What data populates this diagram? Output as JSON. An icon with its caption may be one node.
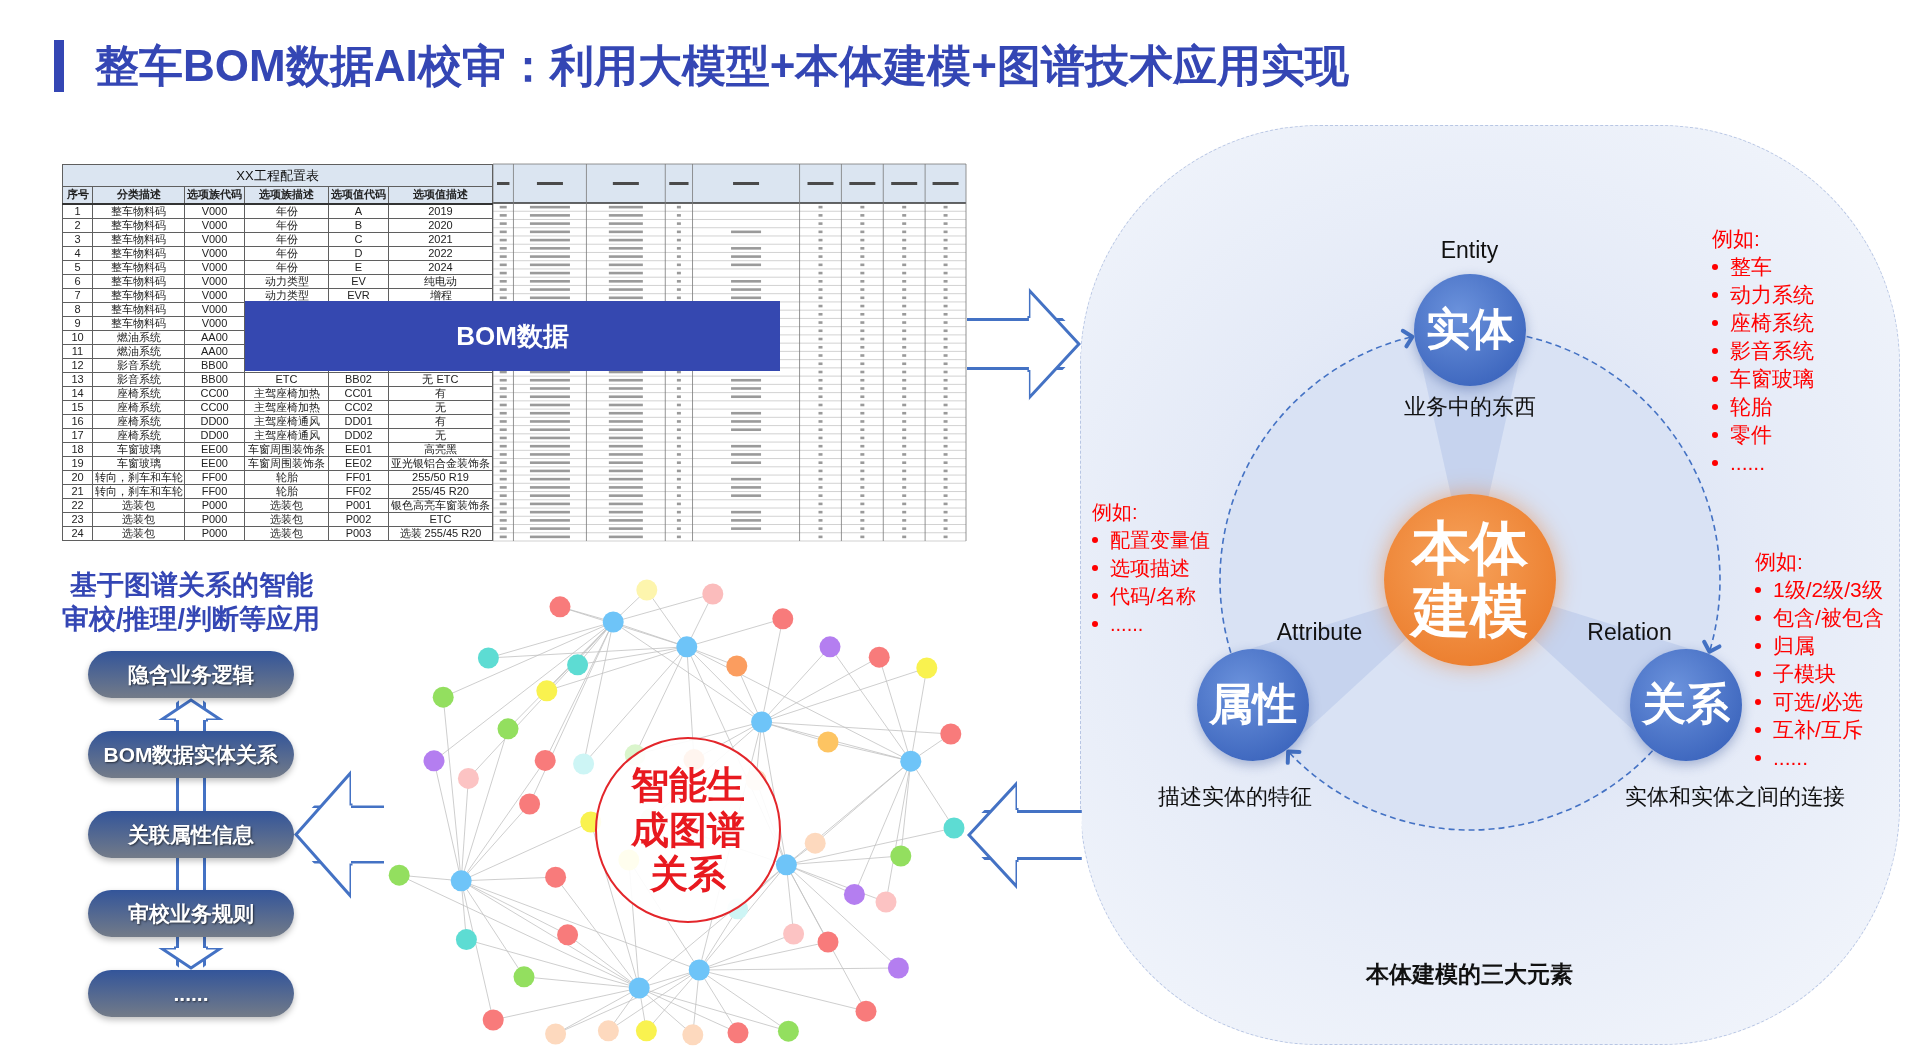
{
  "diagram": {
    "title": "整车BOM数据AI校审：利用大模型+本体建模+图谱技术应用实现",
    "nodes": [
      {
        "text": [],
        "shape": "picture"
      },
      {
        "text": [
          "BOM数据"
        ],
        "in": 0
      },
      {
        "text": [
          "本体建模的三大元素"
        ]
      },
      {
        "text": [
          "实体"
        ],
        "beside": [
          "Entity",
          "业务中的东西"
        ],
        "in": 2
      },
      {
        "text": [
          "本体建模"
        ],
        "in": 2
      },
      {
        "text": [
          "属性"
        ],
        "beside": [
          "Attribute",
          "描述实体的特征"
        ],
        "in": 2
      },
      {
        "text": [
          "关系"
        ],
        "beside": [
          "Relation",
          "实体和实体之间的连接"
        ],
        "in": 2
      },
      {
        "text": [
          "隐含业务逻辑"
        ]
      },
      {
        "text": [
          "BOM数据实体关系"
        ]
      },
      {
        "text": [
          "关联属性信息"
        ]
      },
      {
        "text": [
          "审校业务规则"
        ]
      },
      {
        "text": [
          "......"
        ]
      },
      {
        "text": [],
        "shape": "picture"
      },
      {
        "text": [
          "智能生成图谱关系"
        ],
        "in": 12
      }
    ],
    "edges": [
      {
        "from": 0,
        "to": 2,
        "arrow": "to"
      },
      {
        "from": 3,
        "to": 6,
        "arrow": "to",
        "style": "dashed"
      },
      {
        "from": 6,
        "to": 5,
        "arrow": "to",
        "style": "dashed"
      },
      {
        "from": 5,
        "to": 3,
        "arrow": "to",
        "style": "dashed"
      },
      {
        "from": 2,
        "to": 12,
        "arrow": "to"
      },
      {
        "from": 12,
        "to": 9,
        "arrow": "to"
      },
      {
        "from": 8,
        "to": 7,
        "arrow": "to"
      },
      {
        "from": 8,
        "to": 9,
        "arrow": "none"
      },
      {
        "from": 9,
        "to": 10,
        "arrow": "none"
      },
      {
        "from": 10,
        "to": 11,
        "arrow": "to"
      }
    ],
    "labels": [
      "XX工程配置表",
      "序号",
      "分类描述",
      "选项族代码",
      "选项族描述",
      "选项值代码",
      "选项值描述",
      "1",
      "整车物料码",
      "V000",
      "年份",
      "A",
      "2019",
      "2",
      "整车物料码",
      "V000",
      "年份",
      "B",
      "2020",
      "3",
      "整车物料码",
      "V000",
      "年份",
      "C",
      "2021",
      "4",
      "整车物料码",
      "V000",
      "年份",
      "D",
      "2022",
      "5",
      "整车物料码",
      "V000",
      "年份",
      "E",
      "2024",
      "6",
      "整车物料码",
      "V000",
      "动力类型",
      "EV",
      "纯电动",
      "7",
      "整车物料码",
      "V000",
      "动力类型",
      "EVR",
      "增程",
      "8",
      "整车物料码",
      "V000",
      "9",
      "整车物料码",
      "V000",
      "10",
      "燃油系统",
      "AA00",
      "11",
      "燃油系统",
      "AA00",
      "12",
      "影音系统",
      "BB00",
      "13",
      "影音系统",
      "BB00",
      "ETC",
      "BB02",
      "无 ETC",
      "14",
      "座椅系统",
      "CC00",
      "主驾座椅加热",
      "CC01",
      "有",
      "15",
      "座椅系统",
      "CC00",
      "主驾座椅加热",
      "CC02",
      "无",
      "16",
      "座椅系统",
      "DD00",
      "主驾座椅通风",
      "DD01",
      "有",
      "17",
      "座椅系统",
      "DD00",
      "主驾座椅通风",
      "DD02",
      "无",
      "18",
      "车窗玻璃",
      "EE00",
      "车窗周围装饰条",
      "EE01",
      "高亮黑",
      "19",
      "车窗玻璃",
      "EE00",
      "车窗周围装饰条",
      "EE02",
      "亚光银铝合金装饰条",
      "20",
      "转向，刹车和车轮",
      "FF00",
      "轮胎",
      "FF01",
      "255/50 R19",
      "21",
      "转向，刹车和车轮",
      "FF00",
      "轮胎",
      "FF02",
      "255/45 R20",
      "22",
      "选装包",
      "P000",
      "选装包",
      "P001",
      "银色高亮车窗装饰条",
      "23",
      "选装包",
      "P000",
      "选装包",
      "P002",
      "ETC",
      "24",
      "选装包",
      "P000",
      "选装包",
      "P003",
      "选装 255/45 R20",
      "例如:",
      "整车",
      "动力系统",
      "座椅系统",
      "影音系统",
      "车窗玻璃",
      "轮胎",
      "零件",
      "......",
      "例如:",
      "配置变量值",
      "选项描述",
      "代码/名称",
      "......",
      "例如:",
      "1级/2级/3级",
      "包含/被包含",
      "归属",
      "子模块",
      "可选/必选",
      "互补/互斥",
      "......",
      "基于图谱关系的智能审校/推理/判断等应用"
    ]
  }
}
